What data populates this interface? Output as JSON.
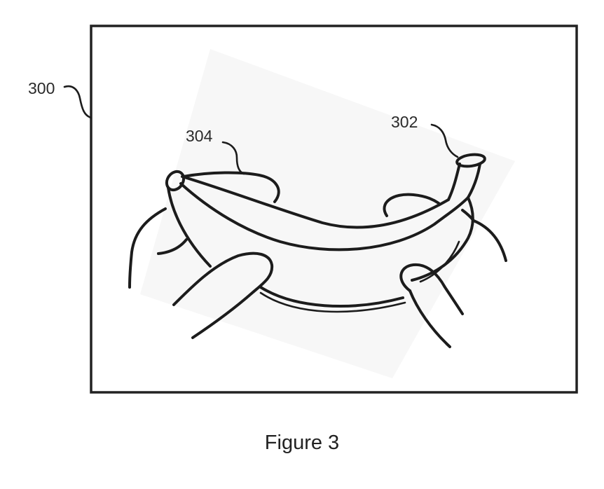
{
  "figure": {
    "caption": "Figure 3",
    "labels": {
      "device": "300",
      "banana": "302",
      "hand": "304"
    },
    "description": "Line drawing of two hands holding a banana inside a rectangular display frame",
    "colors": {
      "ink": "#1c1c1c",
      "background": "#ffffff"
    }
  }
}
